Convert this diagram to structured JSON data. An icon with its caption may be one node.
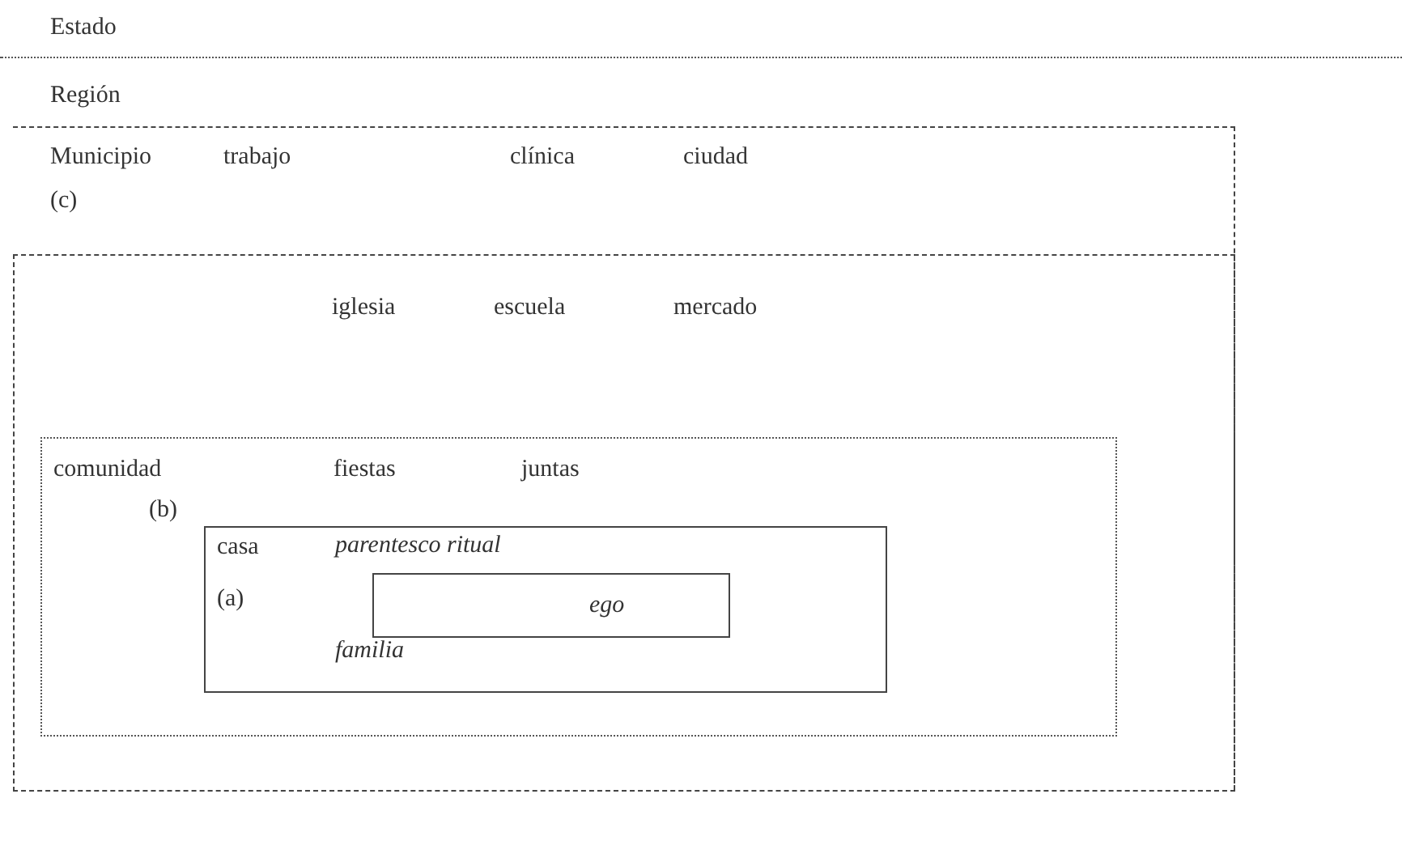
{
  "diagram": {
    "nodes": [
      {
        "text": [
          "Estado"
        ]
      },
      {
        "text": [
          "Región"
        ],
        "in": 0
      },
      {
        "text": [
          "Municipio",
          "(c)",
          "trabajo",
          "clínica",
          "ciudad"
        ],
        "in": 1
      },
      {
        "text": [
          "iglesia",
          "escuela",
          "mercado"
        ],
        "in": 2
      },
      {
        "text": [
          "comunidad",
          "(b)",
          "fiestas",
          "juntas"
        ],
        "in": 3
      },
      {
        "text": [
          "casa",
          "(a)",
          "parentesco ritual",
          "familia"
        ],
        "in": 4
      },
      {
        "text": [
          "ego"
        ],
        "in": 5
      }
    ]
  }
}
